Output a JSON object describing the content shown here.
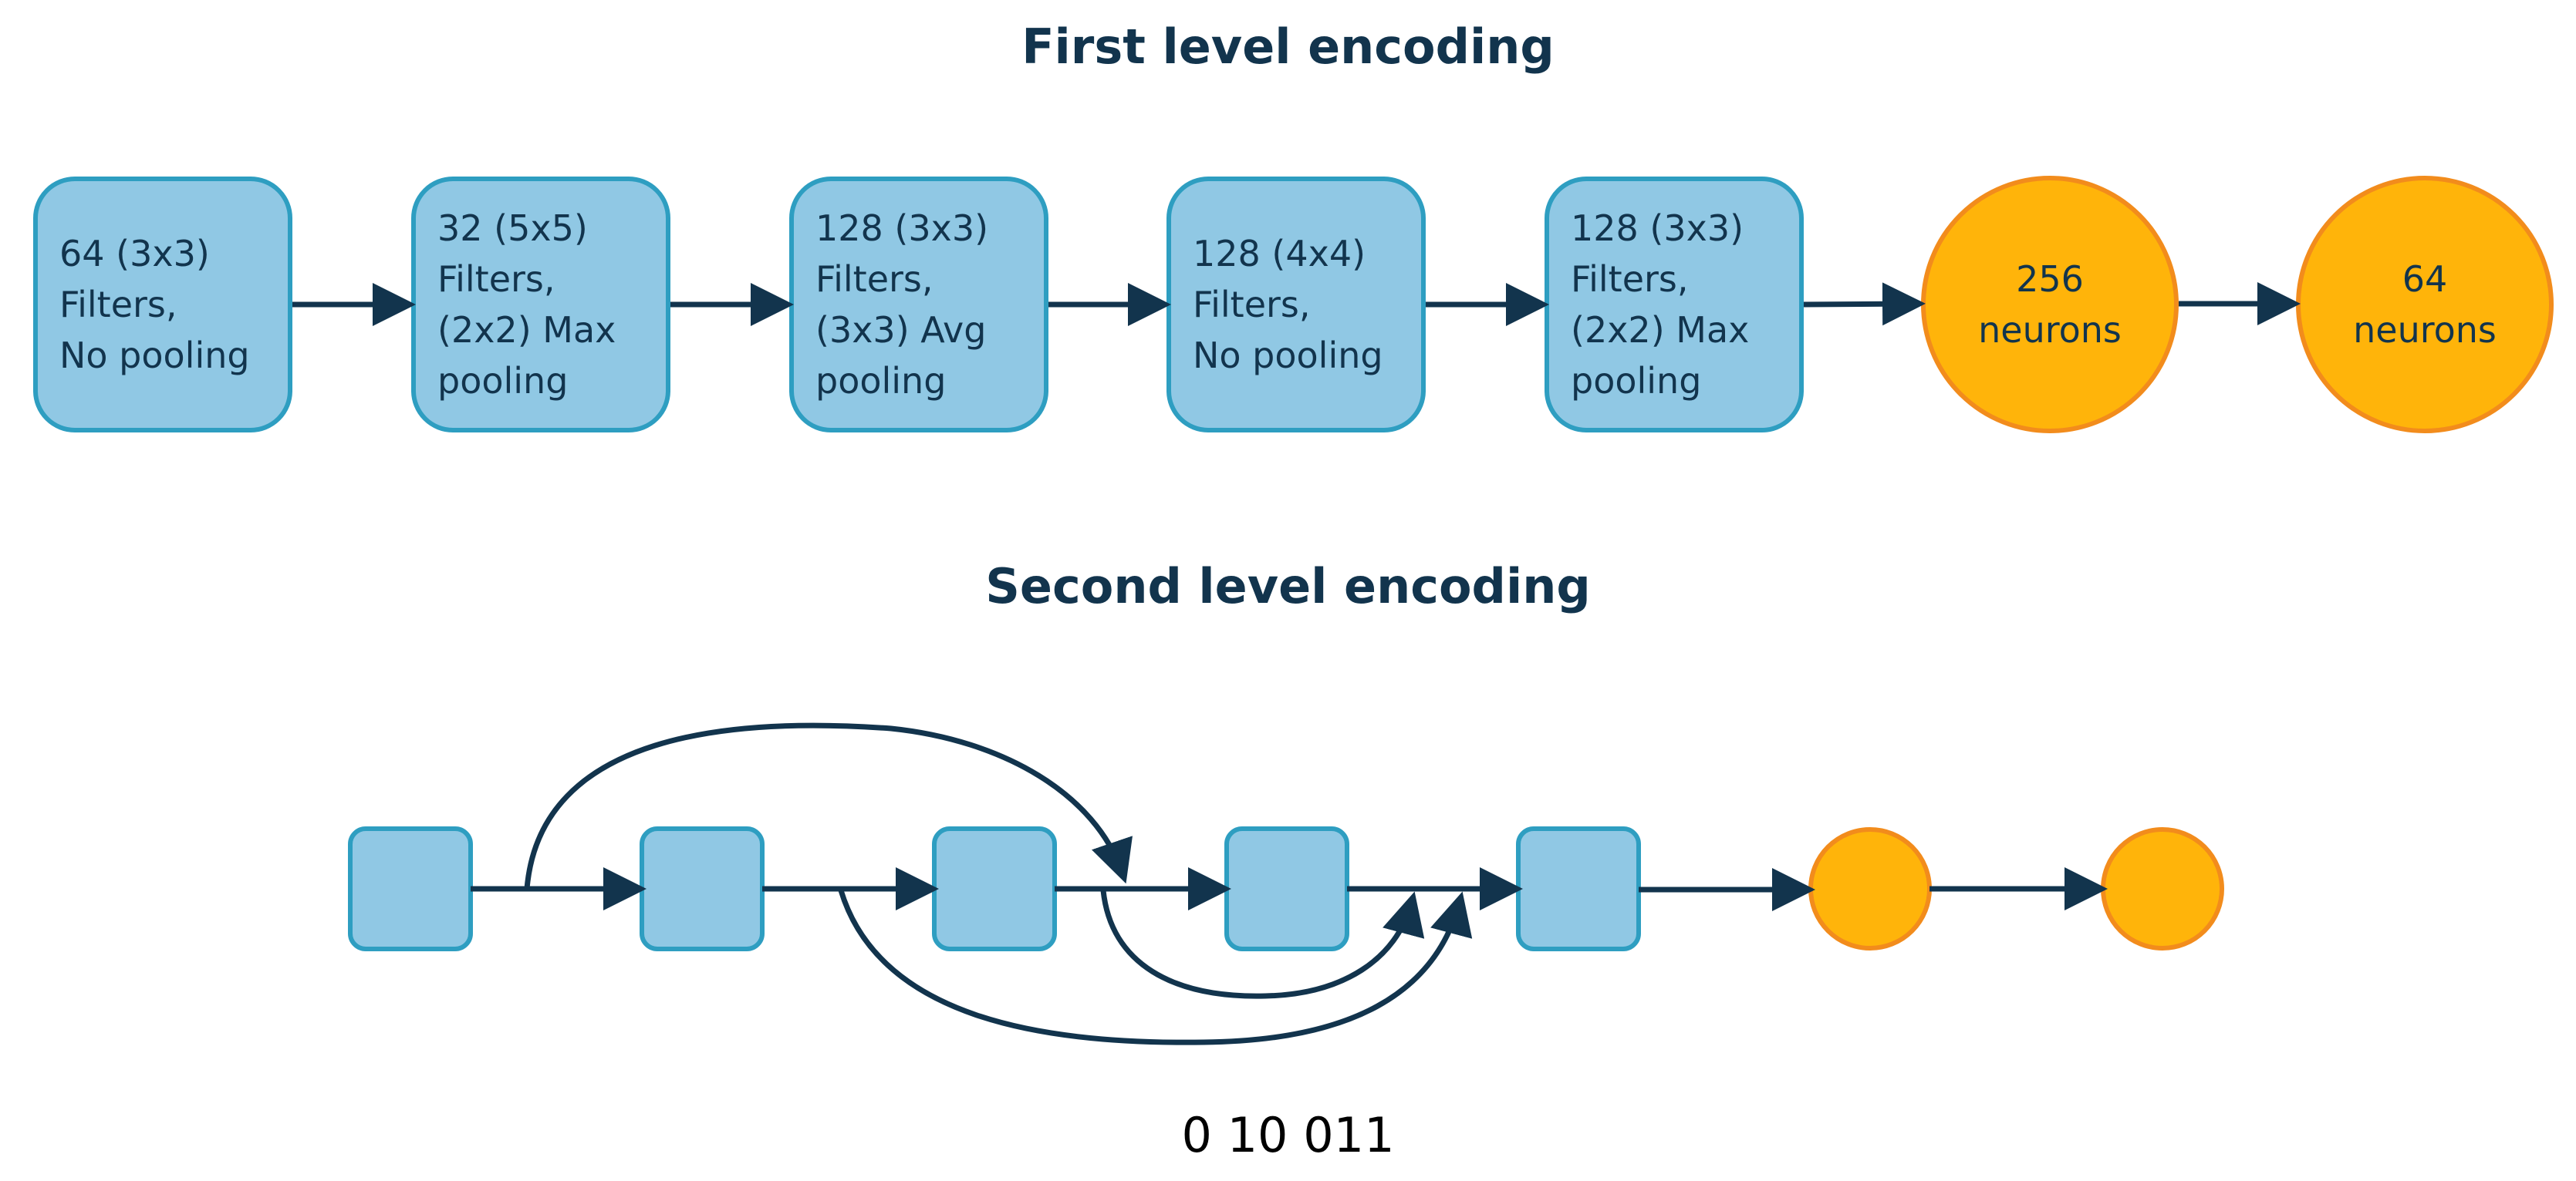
{
  "first_level": {
    "title": "First level encoding",
    "layers": [
      {
        "lines": [
          "64 (3x3)",
          "Filters,",
          "No pooling"
        ]
      },
      {
        "lines": [
          "32 (5x5)",
          "Filters,",
          "(2x2) Max",
          "pooling"
        ]
      },
      {
        "lines": [
          "128 (3x3)",
          "Filters,",
          "(3x3) Avg",
          "pooling"
        ]
      },
      {
        "lines": [
          "128 (4x4)",
          "Filters,",
          "No pooling"
        ]
      },
      {
        "lines": [
          "128 (3x3)",
          "Filters,",
          "(2x2) Max",
          "pooling"
        ]
      }
    ],
    "dense": [
      {
        "lines": [
          "256",
          "neurons"
        ]
      },
      {
        "lines": [
          "64",
          "neurons"
        ]
      }
    ]
  },
  "second_level": {
    "title": "Second level encoding",
    "encoding": "0 10 011"
  },
  "colors": {
    "conv_fill": "#90c8e4",
    "conv_border": "#2e9ec1",
    "dense_fill": "#ffb40a",
    "dense_border": "#f28c1c",
    "arrow": "#12344d",
    "title_text": "#12344d"
  }
}
